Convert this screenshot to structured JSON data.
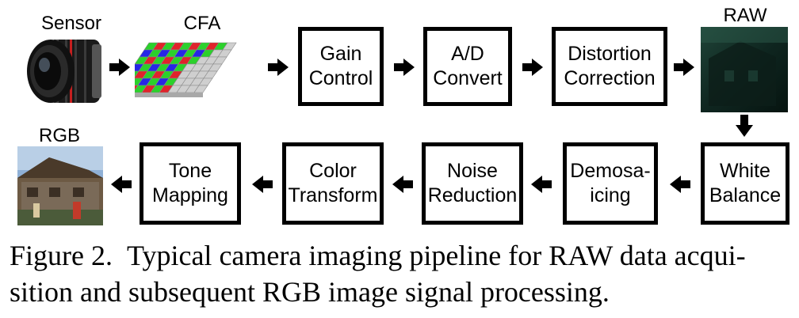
{
  "labels": {
    "sensor": "Sensor",
    "cfa": "CFA",
    "raw": "RAW",
    "rgb": "RGB"
  },
  "pipeline_row1": [
    {
      "line1": "Gain",
      "line2": "Control"
    },
    {
      "line1": "A/D",
      "line2": "Convert"
    },
    {
      "line1": "Distortion",
      "line2": "Correction"
    }
  ],
  "pipeline_row2": [
    {
      "line1": "White",
      "line2": "Balance"
    },
    {
      "line1": "Demosa-",
      "line2": "icing"
    },
    {
      "line1": "Noise",
      "line2": "Reduction"
    },
    {
      "line1": "Color",
      "line2": "Transform"
    },
    {
      "line1": "Tone",
      "line2": "Mapping"
    }
  ],
  "caption": {
    "number": "Figure 2.",
    "text_line1": "Typical camera imaging pipeline for RAW data acqui-",
    "text_line2": "sition and subsequent RGB image signal processing."
  },
  "colors": {
    "cfa_red": "#e0232b",
    "cfa_green": "#2bd12b",
    "cfa_blue": "#2626e6",
    "border": "#000000"
  }
}
